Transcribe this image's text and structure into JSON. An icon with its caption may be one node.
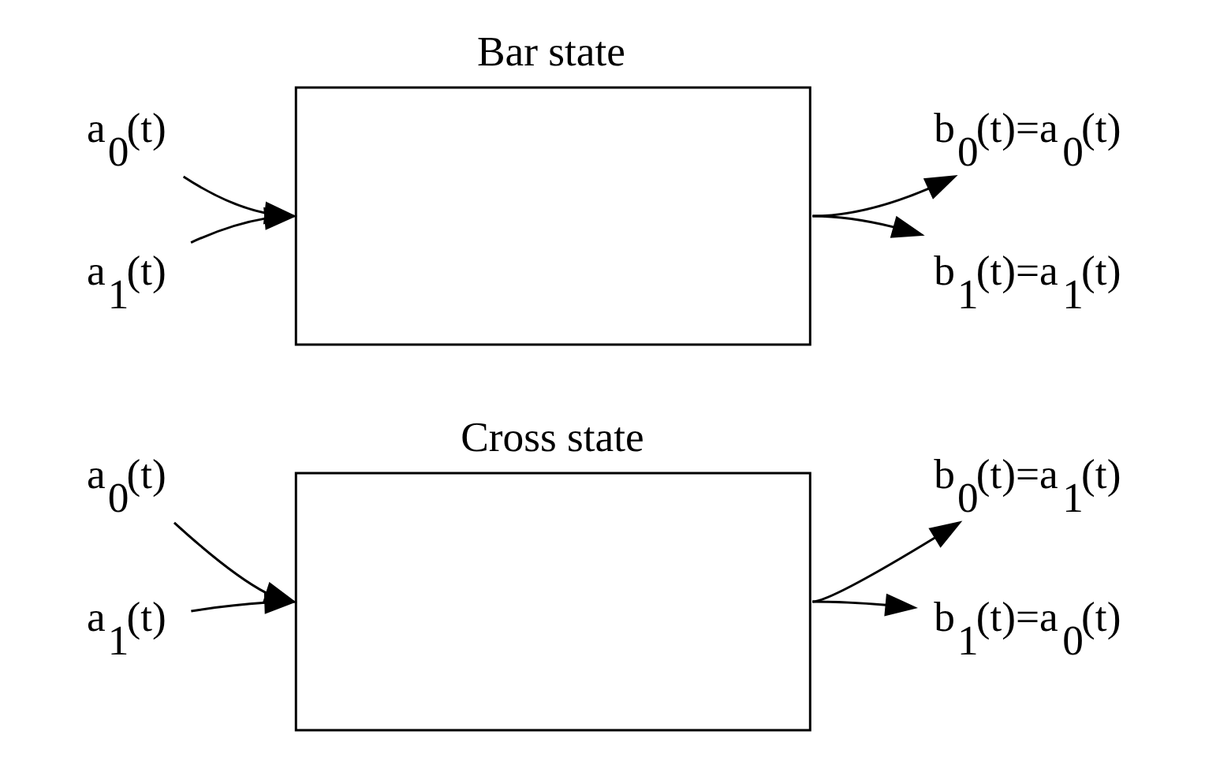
{
  "diagram": {
    "nodes": [
      {
        "text": [
          "Bar state"
        ]
      },
      {
        "text": [
          "a$_{0}$(t)"
        ]
      },
      {
        "text": [
          "a$_{1}$(t)"
        ]
      },
      {
        "text": [
          "b$_{0}$(t)=a$_{0}$(t)"
        ]
      },
      {
        "text": [
          "b$_{1}$(t)=a$_{1}$(t)"
        ]
      },
      {
        "text": [
          "Cross state"
        ]
      },
      {
        "text": [
          "a$_{0}$(t)"
        ]
      },
      {
        "text": [
          "a$_{1}$(t)"
        ]
      },
      {
        "text": [
          "b$_{0}$(t)=a$_{1}$(t)"
        ]
      },
      {
        "text": [
          "b$_{1}$(t)=a$_{0}$(t)"
        ]
      }
    ],
    "edges": [
      {
        "from": 1,
        "to": 0,
        "arrow": "to"
      },
      {
        "from": 2,
        "to": 0,
        "arrow": "to"
      },
      {
        "from": 0,
        "to": 3,
        "arrow": "to"
      },
      {
        "from": 0,
        "to": 4,
        "arrow": "to"
      },
      {
        "from": 6,
        "to": 5,
        "arrow": "to"
      },
      {
        "from": 7,
        "to": 5,
        "arrow": "to"
      },
      {
        "from": 5,
        "to": 8,
        "arrow": "to"
      },
      {
        "from": 5,
        "to": 9,
        "arrow": "to"
      }
    ]
  }
}
